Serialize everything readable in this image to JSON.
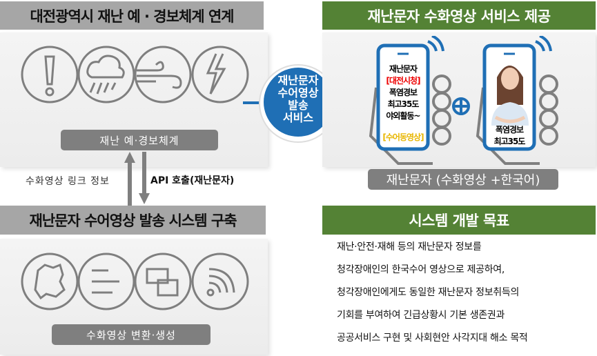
{
  "left_top": {
    "title": "대전광역시 재난 예 · 경보체계 연계",
    "label": "재난 예·경보체계"
  },
  "arrows": {
    "up_label": "수화영상 링크 정보",
    "down_label": "API 호출(재난문자)"
  },
  "left_bottom": {
    "title": "재난문자 수어영상 발송 시스템 구축",
    "label": "수화영상 변환·생성"
  },
  "center": {
    "lines": [
      "재난문자",
      "수어영상",
      "발송",
      "서비스"
    ]
  },
  "right_top": {
    "title": "재난문자 수화영상 서비스 제공",
    "phone1": {
      "lines": [
        "재난문자",
        "[대전시청]",
        "폭염경보",
        "최고35도",
        "야외활동~"
      ],
      "tag": "[수어동영상]"
    },
    "phone2": {
      "lines": [
        "폭염경보",
        "최고35도"
      ]
    },
    "caption": "재난문자 (수화영상 +한국어)"
  },
  "right_bottom": {
    "title": "시스템 개발 목표",
    "lines": [
      "재난·안전·재해 등의 재난문자 정보를",
      "청각장애인의 한국수어 영상으로 제공하여,",
      "청각장애인에게도 동일한 재난문자 정보취득의",
      "기회를 부여하여 긴급상황시 기본 생존권과",
      "공공서비스 구현 및 사회현안 사각지대 해소 목적"
    ]
  },
  "colors": {
    "green": "#548235",
    "blue": "#1f6fb5",
    "gray": "#7f7f7f"
  }
}
